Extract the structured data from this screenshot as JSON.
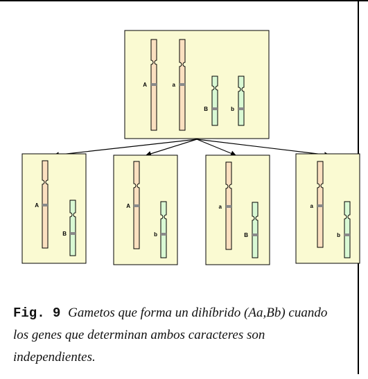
{
  "colors": {
    "panel": "#fafad2",
    "chrom_beige": "#fbe0c0",
    "chrom_green": "#d9f9d4",
    "band": "#8a8a8a"
  },
  "top_labels": [
    "A",
    "a",
    "B",
    "b"
  ],
  "gametes": [
    {
      "labels": [
        "A",
        "B"
      ]
    },
    {
      "labels": [
        "A",
        "b"
      ]
    },
    {
      "labels": [
        "a",
        "B"
      ]
    },
    {
      "labels": [
        "a",
        "b"
      ]
    }
  ],
  "caption": {
    "label": "Fig. 9",
    "text": "Gametos que forma un dihíbrido (Aa,Bb) cuando los genes que determinan ambos caracteres son independientes."
  }
}
